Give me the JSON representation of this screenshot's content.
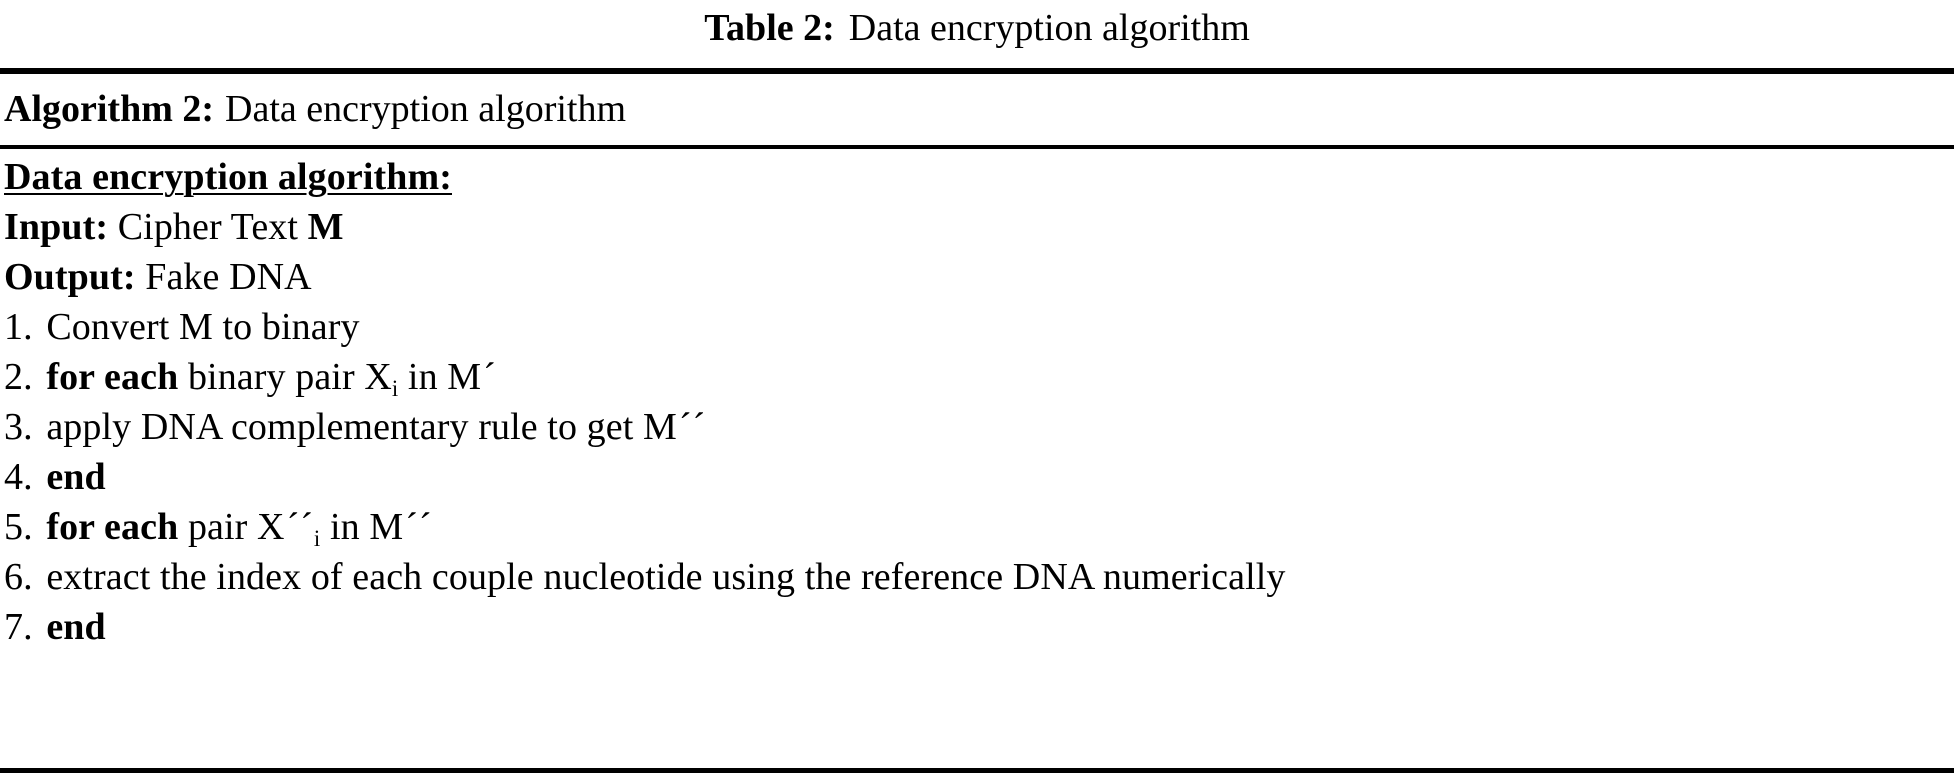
{
  "caption": {
    "label": "Table 2:",
    "text": "Data encryption algorithm"
  },
  "algorithm_header": {
    "label": "Algorithm 2:",
    "text": "Data encryption algorithm"
  },
  "body": {
    "title": "Data encryption algorithm:",
    "input": {
      "label": "Input:",
      "text": "Cipher Text",
      "symbol": "M"
    },
    "output": {
      "label": "Output:",
      "text": "Fake DNA"
    },
    "steps": [
      {
        "number": "1.",
        "keyword": "",
        "text": "Convert M to binary",
        "var": "",
        "var_sub": "",
        "var_prime": "",
        "tail": "",
        "tail_target": "",
        "tail_prime": ""
      },
      {
        "number": "2.",
        "keyword": "for each",
        "text": "binary pair",
        "var": "X",
        "var_sub": "i",
        "var_prime": "",
        "tail": "in",
        "tail_target": "M",
        "tail_prime": "´"
      },
      {
        "number": "3.",
        "keyword": "",
        "text": "apply DNA complementary rule to get",
        "var": "",
        "var_sub": "",
        "var_prime": "",
        "tail": "",
        "tail_target": "M",
        "tail_prime": "´´"
      },
      {
        "number": "4.",
        "keyword": "end",
        "text": "",
        "var": "",
        "var_sub": "",
        "var_prime": "",
        "tail": "",
        "tail_target": "",
        "tail_prime": ""
      },
      {
        "number": "5.",
        "keyword": "for each",
        "text": "pair",
        "var": "X",
        "var_sub": "i",
        "var_prime": "´´",
        "tail": "in",
        "tail_target": "M",
        "tail_prime": "´´"
      },
      {
        "number": "6.",
        "keyword": "",
        "text": "extract the index of each couple nucleotide using the reference DNA numerically",
        "var": "",
        "var_sub": "",
        "var_prime": "",
        "tail": "",
        "tail_target": "",
        "tail_prime": ""
      },
      {
        "number": "7.",
        "keyword": "end",
        "text": "",
        "var": "",
        "var_sub": "",
        "var_prime": "",
        "tail": "",
        "tail_target": "",
        "tail_prime": ""
      }
    ]
  }
}
